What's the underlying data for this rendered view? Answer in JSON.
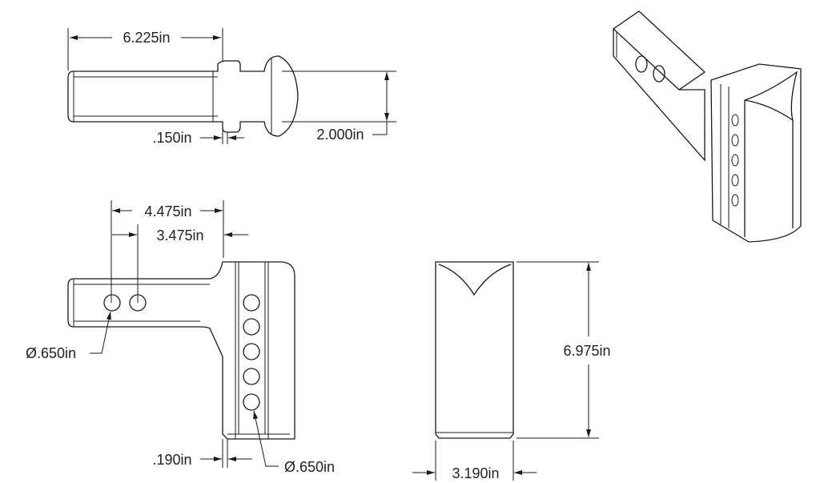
{
  "top_view": {
    "length": "6.225in",
    "flange": ".150in",
    "head_height": "2.000in"
  },
  "side_view": {
    "outer_hole_distance": "4.475in",
    "inner_hole_distance": "3.475in",
    "shank_hole_diameter": "Ø.650in",
    "lip": ".190in",
    "receiver_hole_diameter": "Ø.650in"
  },
  "end_view": {
    "height": "6.975in",
    "width": "3.190in"
  }
}
